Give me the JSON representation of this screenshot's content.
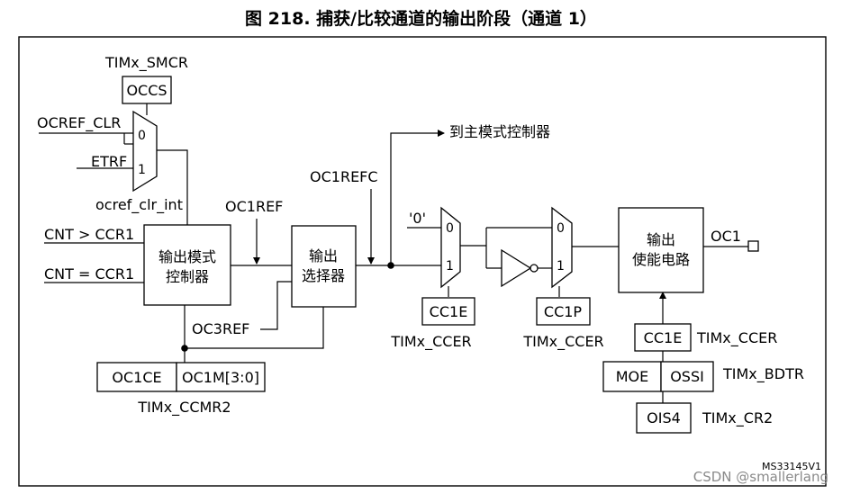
{
  "title": "图 218. 捕获/比较通道的输出阶段（通道 1）",
  "labels": {
    "timx_smcr": "TIMx_SMCR",
    "occs": "OCCS",
    "ocref_clr": "OCREF_CLR",
    "etrf": "ETRF",
    "mux_0": "0",
    "mux_1": "1",
    "ocref_clr_int": "ocref_clr_int",
    "oc1ref": "OC1REF",
    "oc1refc": "OC1REFC",
    "to_master": "到主模式控制器",
    "cnt_gt": "CNT > CCR1",
    "cnt_eq": "CNT = CCR1",
    "output_mode_ctrl_1": "输出模式",
    "output_mode_ctrl_2": "控制器",
    "output_sel_1": "输出",
    "output_sel_2": "选择器",
    "oc3ref": "OC3REF",
    "oc1ce": "OC1CE",
    "oc1m": "OC1M[3:0]",
    "timx_ccmr2": "TIMx_CCMR2",
    "zero_const": "'0'",
    "cc1e_a": "CC1E",
    "timx_ccer_a": "TIMx_CCER",
    "cc1p": "CC1P",
    "timx_ccer_b": "TIMx_CCER",
    "out_enable_1": "输出",
    "out_enable_2": "使能电路",
    "oc1": "OC1",
    "cc1e_b": "CC1E",
    "timx_ccer_c": "TIMx_CCER",
    "moe": "MOE",
    "ossi": "OSSI",
    "timx_bdtr": "TIMx_BDTR",
    "ois4": "OIS4",
    "timx_cr2": "TIMx_CR2",
    "ms_code": "MS33145V1",
    "watermark": "CSDN @smallerlang"
  }
}
